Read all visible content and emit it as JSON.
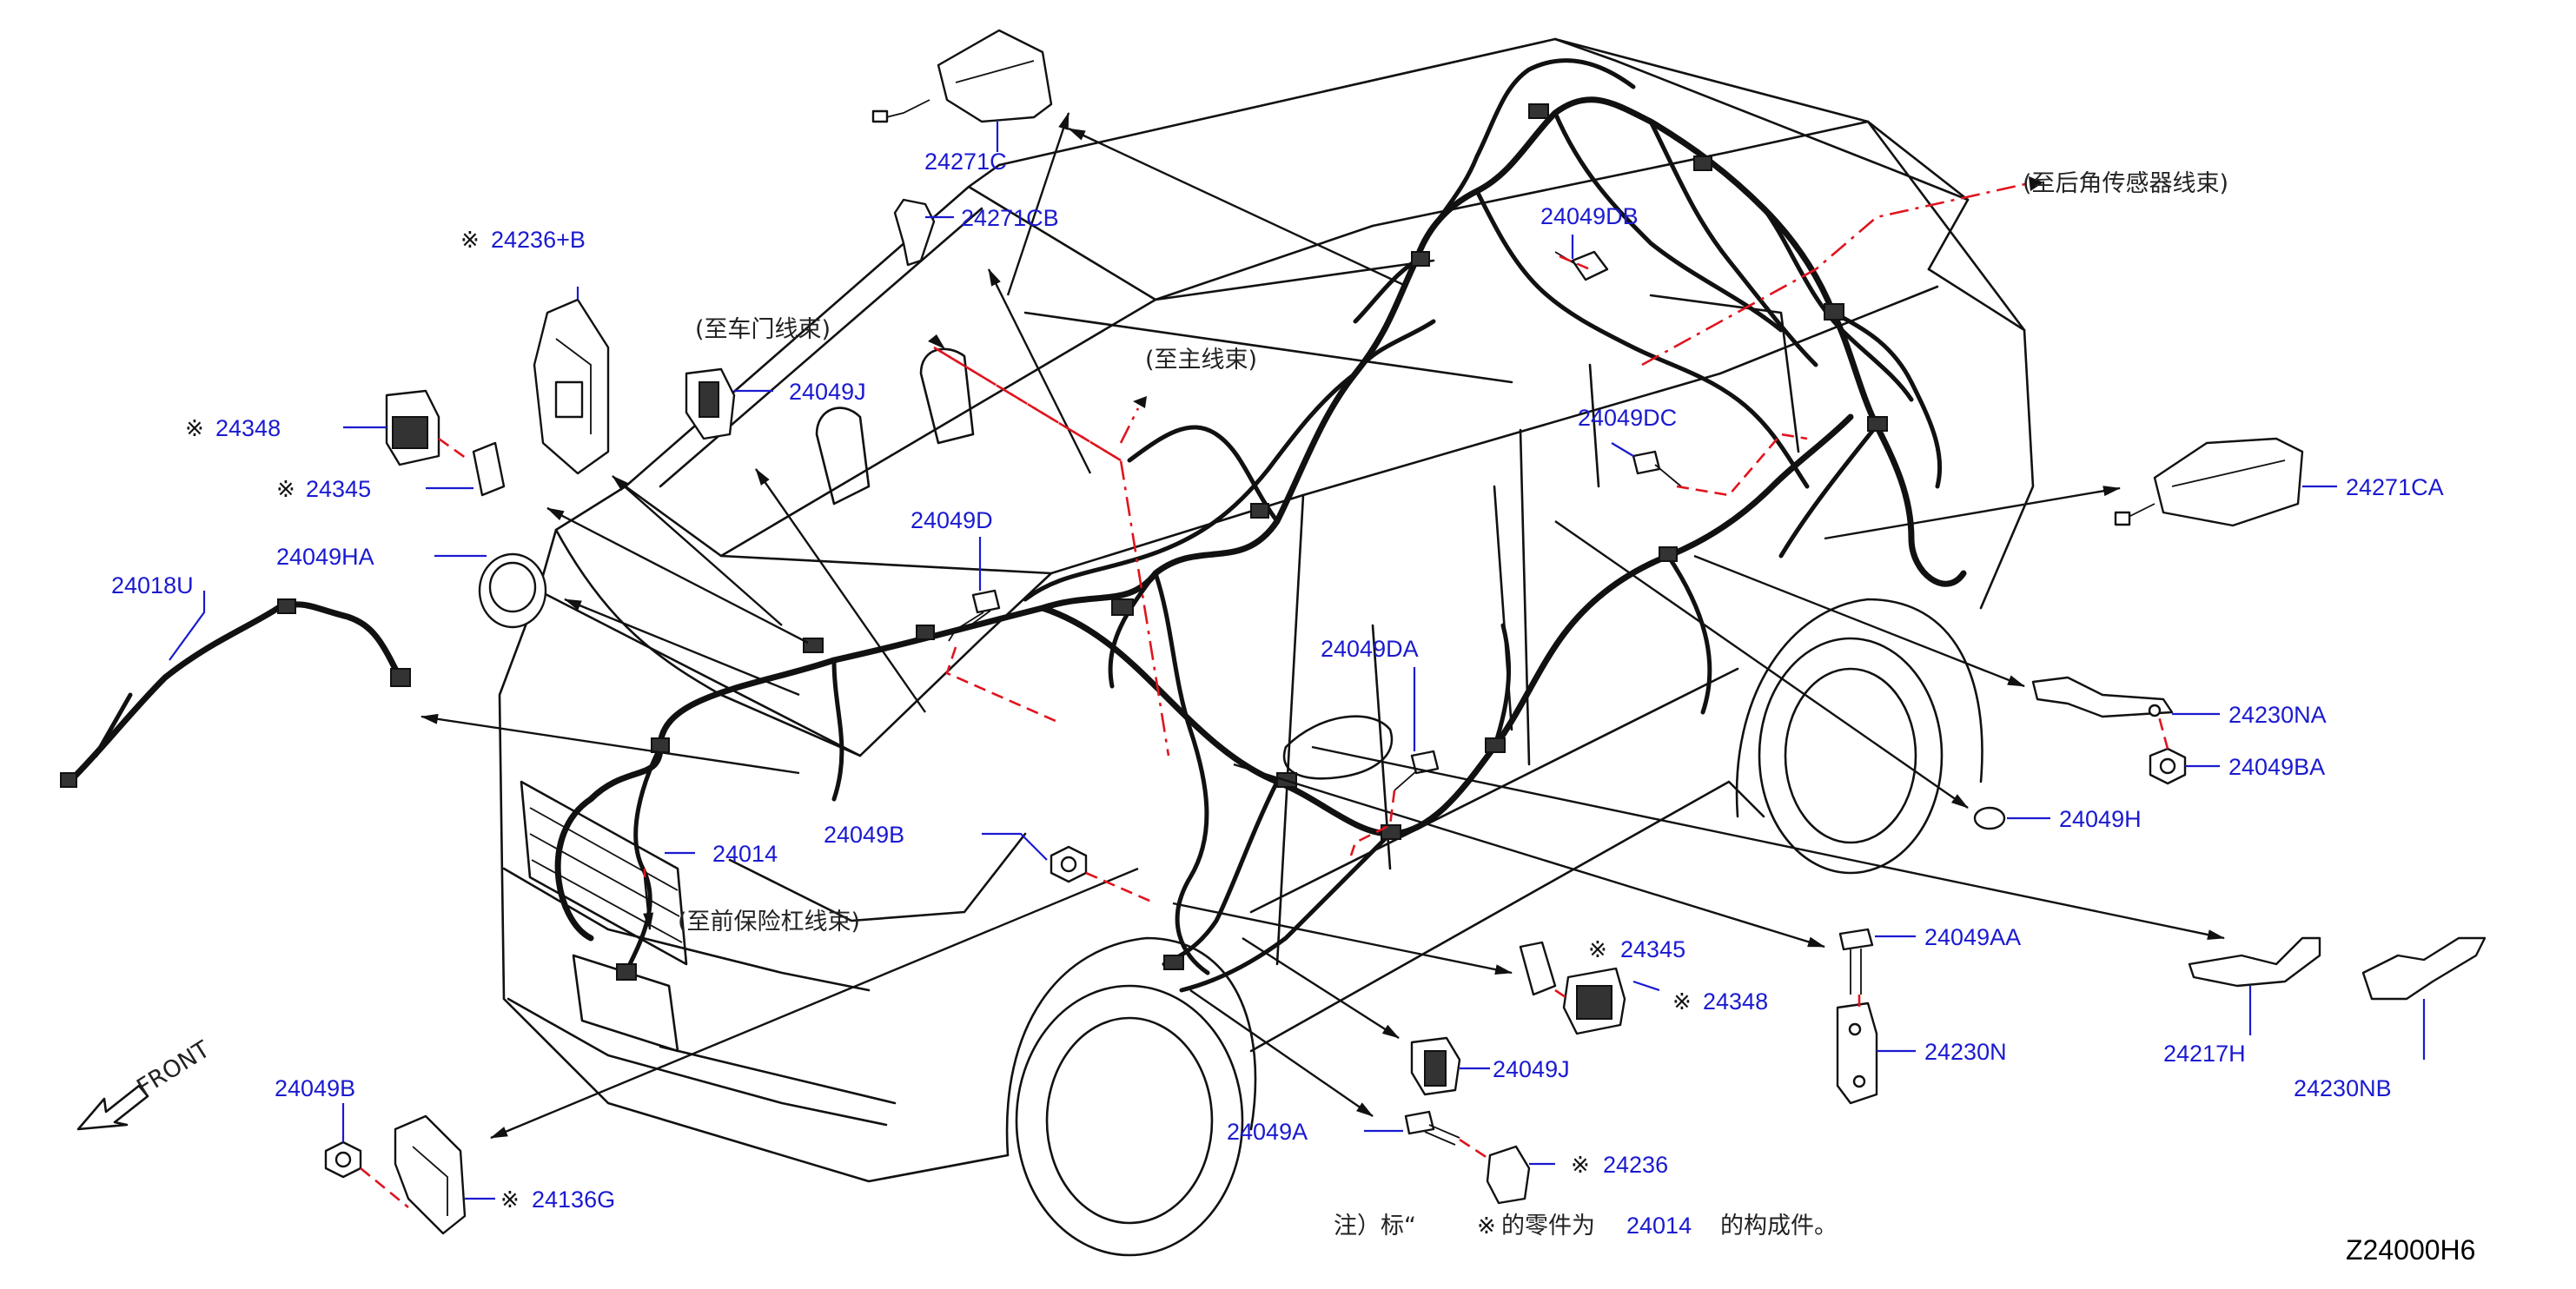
{
  "diagram_code": "Z24000H6",
  "front_label": "FRONT",
  "note": {
    "prefix": "注）标“",
    "mark": "※",
    "middle": "的零件为",
    "ref": "24014",
    "suffix": "的构成件。"
  },
  "destinations": {
    "rear_sensor": "(至后角传感器线束)",
    "door": "(至车门线束)",
    "main": "(至主线束)",
    "front_bumper": "(至前保险杠线束)"
  },
  "parts": {
    "p24271C": "24271C",
    "p24271CB": "24271CB",
    "p24236B": "24236+B",
    "p24348a": "24348",
    "p24345a": "24345",
    "p24049HA": "24049HA",
    "p24018U": "24018U",
    "p24049J_top": "24049J",
    "p24049D": "24049D",
    "p24049DB": "24049DB",
    "p24049DC": "24049DC",
    "p24271CA": "24271CA",
    "p24049DA": "24049DA",
    "p24230NA": "24230NA",
    "p24049BA": "24049BA",
    "p24049H": "24049H",
    "p24014": "24014",
    "p24049B_mid": "24049B",
    "p24049AA": "24049AA",
    "p24345b": "24345",
    "p24348b": "24348",
    "p24230N": "24230N",
    "p24217H": "24217H",
    "p24230NB": "24230NB",
    "p24049J_bot": "24049J",
    "p24049A": "24049A",
    "p24236": "24236",
    "p24049B_bot": "24049B",
    "p24136G": "24136G"
  },
  "marks": {
    "m24236B": "※",
    "m24348a": "※",
    "m24345a": "※",
    "m24345b": "※",
    "m24348b": "※",
    "m24236": "※",
    "m24136G": "※"
  },
  "colors": {
    "label": "#1a1ad0",
    "leader_dash": "#e0141e",
    "line": "#111111"
  }
}
